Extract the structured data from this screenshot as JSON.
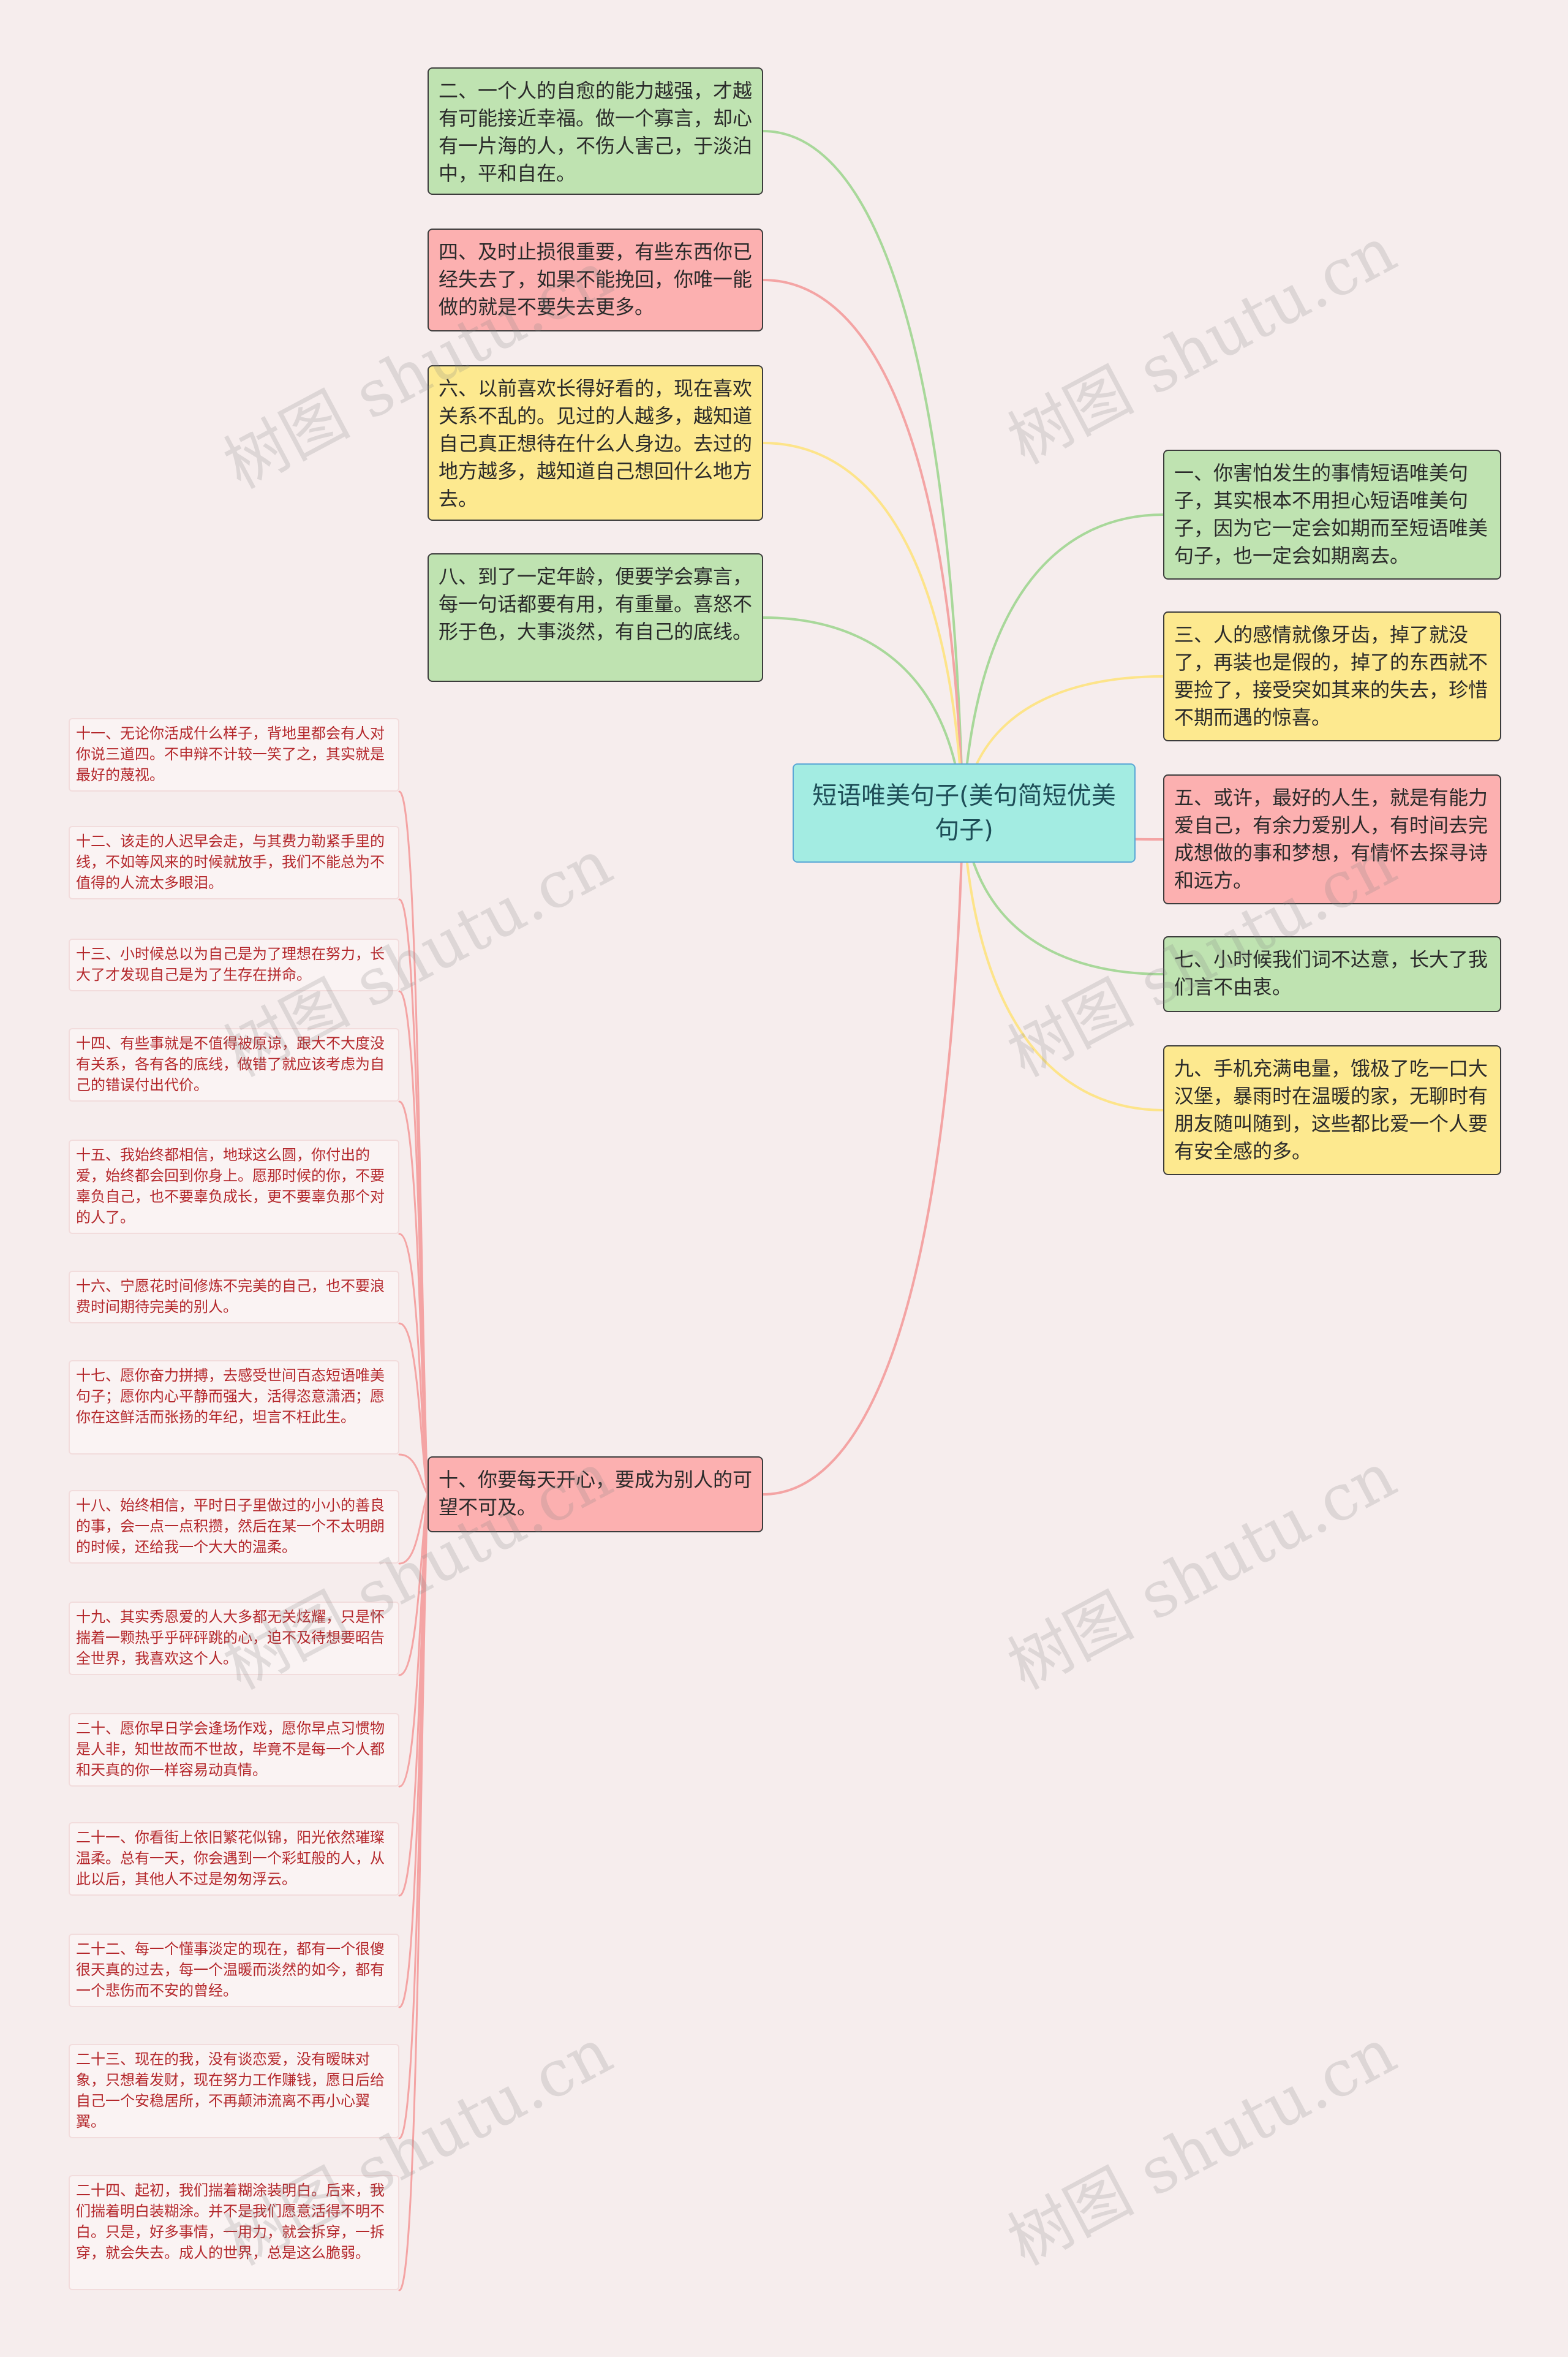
{
  "root": {
    "label": "短语唯美句子(美句简短优美句子)"
  },
  "left_nodes": [
    {
      "text": "二、一个人的自愈的能力越强，才越有可能接近幸福。做一个寡言，却心有一片海的人，不伤人害己，于淡泊中，平和自在。",
      "color": "#a8d89a"
    },
    {
      "text": "四、及时止损很重要，有些东西你已经失去了，如果不能挽回，你唯一能做的就是不要失去更多。",
      "color": "#f4a4a4"
    },
    {
      "text": "六、以前喜欢长得好看的，现在喜欢关系不乱的。见过的人越多，越知道自己真正想待在什么人身边。去过的地方越多，越知道自己想回什么地方去。",
      "color": "#fde48a"
    },
    {
      "text": "八、到了一定年龄，便要学会寡言，每一句话都要有用，有重量。喜怒不形于色，大事淡然，有自己的底线。",
      "color": "#a8d89a"
    },
    {
      "text": "十、你要每天开心，要成为别人的可望不可及。",
      "color": "#f4a4a4"
    }
  ],
  "right_nodes": [
    {
      "text": "一、你害怕发生的事情短语唯美句子，其实根本不用担心短语唯美句子，因为它一定会如期而至短语唯美句子，也一定会如期离去。",
      "color": "#a8d89a"
    },
    {
      "text": "三、人的感情就像牙齿，掉了就没了，再装也是假的，掉了的东西就不要捡了，接受突如其来的失去，珍惜不期而遇的惊喜。",
      "color": "#fde48a"
    },
    {
      "text": "五、或许，最好的人生，就是有能力爱自己，有余力爱别人，有时间去完成想做的事和梦想，有情怀去探寻诗和远方。",
      "color": "#f4a4a4"
    },
    {
      "text": "七、小时候我们词不达意，长大了我们言不由衷。",
      "color": "#a8d89a"
    },
    {
      "text": "九、手机充满电量，饿极了吃一口大汉堡，暴雨时在温暖的家，无聊时有朋友随叫随到，这些都比爱一个人要有安全感的多。",
      "color": "#fde48a"
    }
  ],
  "leaves": [
    {
      "text": "十一、无论你活成什么样子，背地里都会有人对你说三道四。不申辩不计较一笑了之，其实就是最好的蔑视。"
    },
    {
      "text": "十二、该走的人迟早会走，与其费力勒紧手里的线，不如等风来的时候就放手，我们不能总为不值得的人流太多眼泪。"
    },
    {
      "text": "十三、小时候总以为自己是为了理想在努力，长大了才发现自己是为了生存在拼命。"
    },
    {
      "text": "十四、有些事就是不值得被原谅，跟大不大度没有关系，各有各的底线，做错了就应该考虑为自己的错误付出代价。"
    },
    {
      "text": "十五、我始终都相信，地球这么圆，你付出的爱，始终都会回到你身上。愿那时候的你，不要辜负自己，也不要辜负成长，更不要辜负那个对的人了。"
    },
    {
      "text": "十六、宁愿花时间修炼不完美的自己，也不要浪费时间期待完美的别人。"
    },
    {
      "text": "十七、愿你奋力拼搏，去感受世间百态短语唯美句子；愿你内心平静而强大，活得恣意潇洒；愿你在这鲜活而张扬的年纪，坦言不枉此生。"
    },
    {
      "text": "十八、始终相信，平时日子里做过的小小的善良的事，会一点一点积攒，然后在某一个不太明朗的时候，还给我一个大大的温柔。"
    },
    {
      "text": "十九、其实秀恩爱的人大多都无关炫耀，只是怀揣着一颗热乎乎砰砰跳的心，迫不及待想要昭告全世界，我喜欢这个人。"
    },
    {
      "text": "二十、愿你早日学会逢场作戏，愿你早点习惯物是人非，知世故而不世故，毕竟不是每一个人都和天真的你一样容易动真情。"
    },
    {
      "text": "二十一、你看街上依旧繁花似锦，阳光依然璀璨温柔。总有一天，你会遇到一个彩虹般的人，从此以后，其他人不过是匆匆浮云。"
    },
    {
      "text": "二十二、每一个懂事淡定的现在，都有一个很傻很天真的过去，每一个温暖而淡然的如今，都有一个悲伤而不安的曾经。"
    },
    {
      "text": "二十三、现在的我，没有谈恋爱，没有暧昧对象，只想着发财，现在努力工作赚钱，愿日后给自己一个安稳居所，不再颠沛流离不再小心翼翼。"
    },
    {
      "text": "二十四、起初，我们揣着糊涂装明白。后来，我们揣着明白装糊涂。并不是我们愿意活得不明不白。只是，好多事情，一用力，就会拆穿，一拆穿，就会失去。成人的世界，总是这么脆弱。"
    }
  ],
  "leaf_edge_color": "#f4a4a4",
  "watermark": "树图 shutu.cn"
}
